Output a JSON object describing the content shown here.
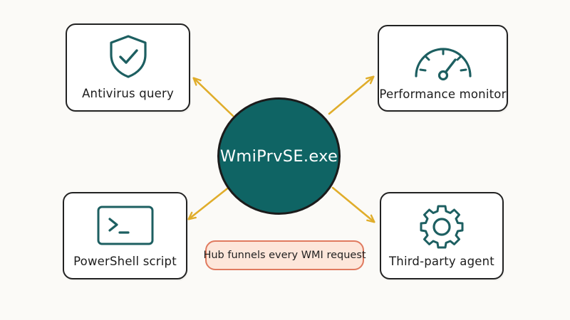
{
  "hub": {
    "label": "WmiPrvSE.exe"
  },
  "nodes": {
    "antivirus": {
      "label": "Antivirus query",
      "icon": "shield-check-icon"
    },
    "performance": {
      "label": "Performance monitor",
      "icon": "gauge-icon"
    },
    "powershell": {
      "label": "PowerShell script",
      "icon": "terminal-icon"
    },
    "agent": {
      "label": "Third-party agent",
      "icon": "gear-icon"
    }
  },
  "note": {
    "text": "Hub funnels every WMI request"
  },
  "colors": {
    "hub_fill": "#0f6464",
    "arrow": "#e0ad2b",
    "icon_stroke": "#1d5f61",
    "note_border": "#e07a5f",
    "note_fill": "#fde6da"
  }
}
